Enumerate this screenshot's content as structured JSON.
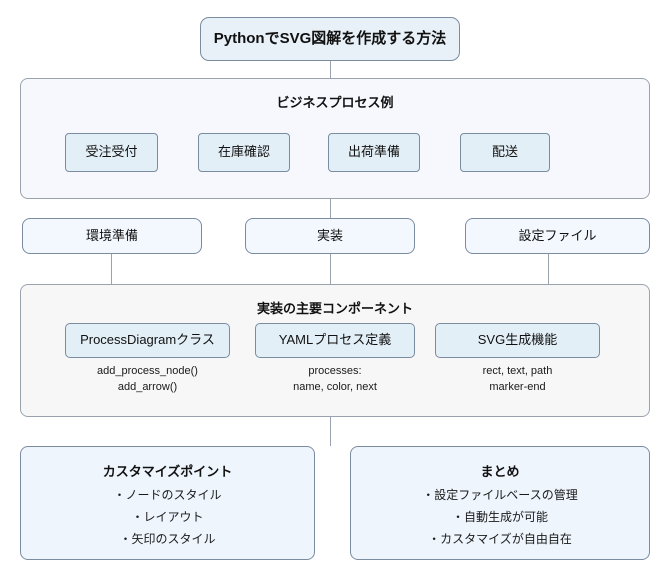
{
  "diagram": {
    "title": "PythonでSVG図解を作成する方法",
    "process_section": {
      "heading": "ビジネスプロセス例",
      "nodes": [
        {
          "label": "受注受付"
        },
        {
          "label": "在庫確認"
        },
        {
          "label": "出荷準備"
        },
        {
          "label": "配送"
        }
      ]
    },
    "categories": [
      {
        "label": "環境準備"
      },
      {
        "label": "実装"
      },
      {
        "label": "設定ファイル"
      }
    ],
    "components_section": {
      "heading": "実装の主要コンポーネント",
      "components": [
        {
          "label": "ProcessDiagramクラス",
          "sub": [
            "add_process_node()",
            "add_arrow()"
          ]
        },
        {
          "label": "YAMLプロセス定義",
          "sub": [
            "processes:",
            "name, color, next"
          ]
        },
        {
          "label": "SVG生成機能",
          "sub": [
            "rect, text, path",
            "marker-end"
          ]
        }
      ]
    },
    "summaries": [
      {
        "heading": "カスタマイズポイント",
        "lines": [
          "・ノードのスタイル",
          "・レイアウト",
          "・矢印のスタイル"
        ]
      },
      {
        "heading": "まとめ",
        "lines": [
          "・設定ファイルベースの管理",
          "・自動生成が可能",
          "・カスタマイズが自由自在"
        ]
      }
    ],
    "colors": {
      "node_fill": "#e3eff7",
      "node_stroke": "#7b8ca0",
      "process_container_fill": "#f6f8fd",
      "components_container_fill": "#f7f7f7",
      "summary_fill": "#eef5fd",
      "arrow": "#555b61",
      "connector": "#9aa3ad",
      "page_background": "#ffffff"
    }
  }
}
